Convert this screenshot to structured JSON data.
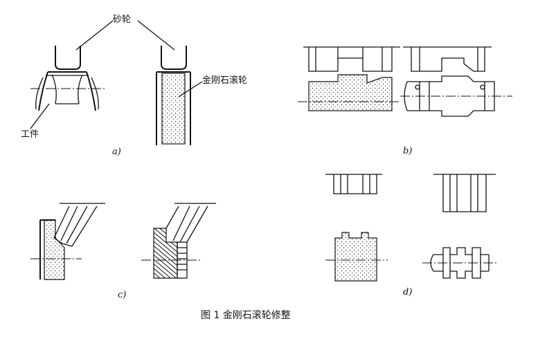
{
  "labels": {
    "grinding_wheel": "砂轮",
    "diamond_roller": "金刚石滚轮",
    "workpiece": "工件"
  },
  "subfigures": {
    "a": "a)",
    "b": "b)",
    "c": "c)",
    "d": "d)"
  },
  "caption": "图 1   金刚石滚轮修整"
}
